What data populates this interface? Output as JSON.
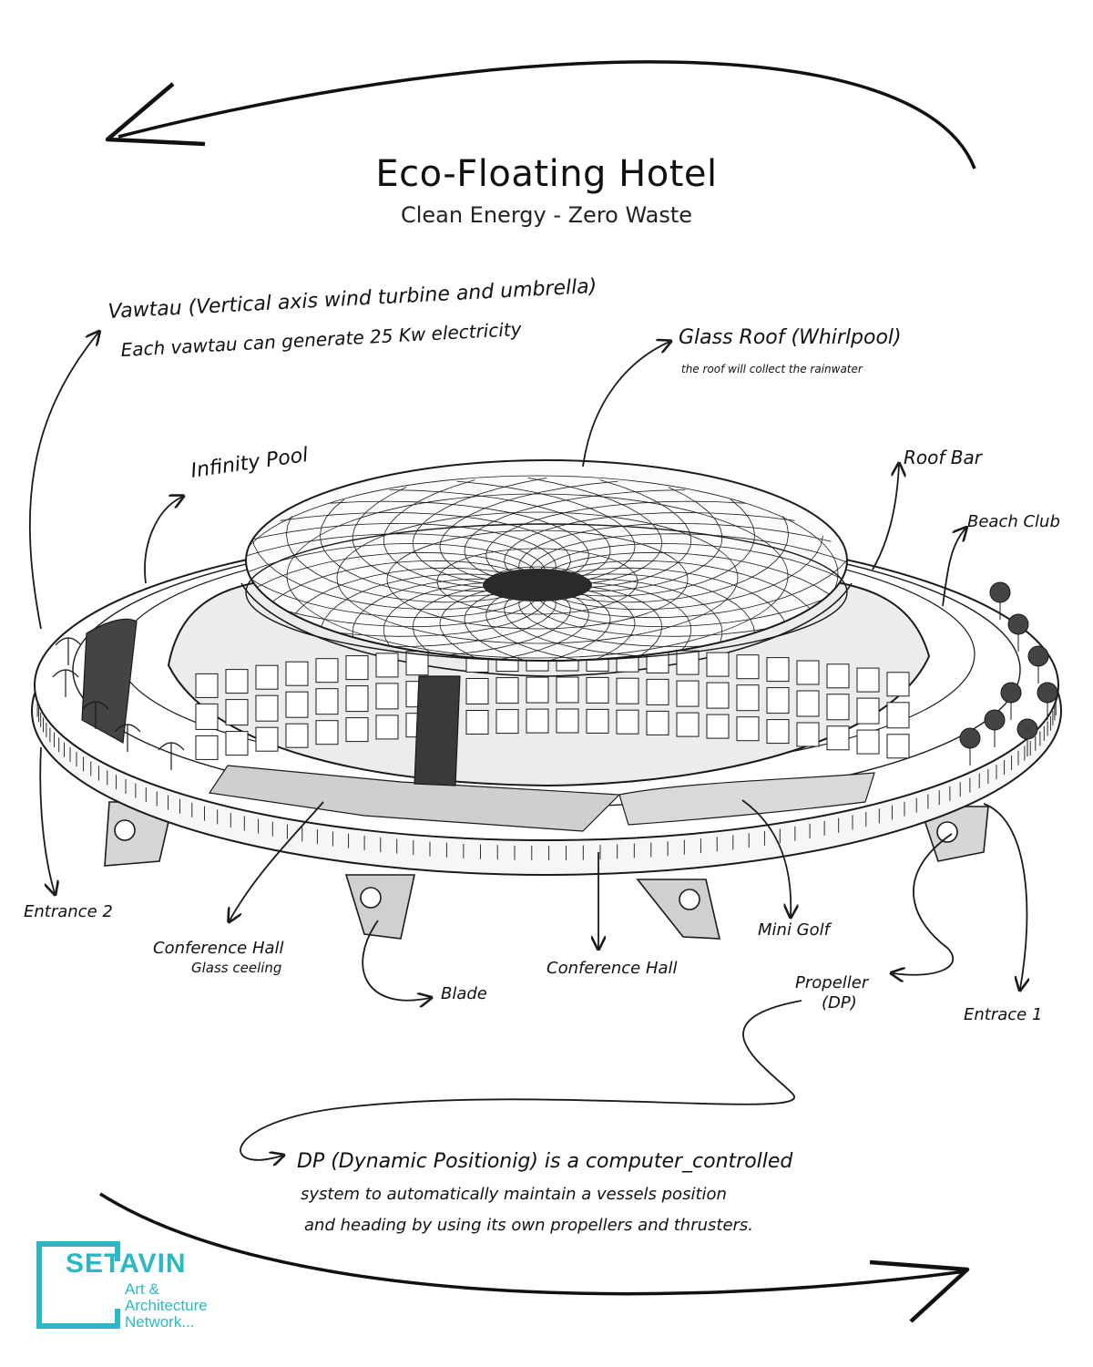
{
  "header": {
    "title": "Eco-Floating Hotel",
    "subtitle": "Clean Energy - Zero Waste"
  },
  "labels": {
    "vawtau_line1": "Vawtau (Vertical axis wind turbine and umbrella)",
    "vawtau_line2": "Each vawtau can generate 25 Kw electricity",
    "glass_roof": "Glass Roof (Whirlpool)",
    "glass_roof_note": "the roof will collect the rainwater",
    "infinity_pool": "Infinity Pool",
    "roof_bar": "Roof Bar",
    "beach_club": "Beach Club",
    "entrance_2": "Entrance 2",
    "conference_glass_line1": "Conference Hall",
    "conference_glass_line2": "Glass ceeling",
    "blade": "Blade",
    "conference_hall": "Conference Hall",
    "mini_golf": "Mini Golf",
    "propeller_line1": "Propeller",
    "propeller_line2": "(DP)",
    "entrance_1": "Entrace 1"
  },
  "dp_note": {
    "line1": "DP (Dynamic Positionig) is a computer_controlled",
    "line2": "system to automatically maintain a vessels position",
    "line3": "and heading by using its own propellers and thrusters."
  },
  "logo": {
    "brand": "SETAVIN",
    "line1": "Art &",
    "line2": "Architecture",
    "line3": "Network...",
    "color": "#2ab8c4"
  },
  "colors": {
    "ink": "#1a1a1a",
    "shade": "#cfcfcf",
    "accent": "#2ab8c4"
  }
}
